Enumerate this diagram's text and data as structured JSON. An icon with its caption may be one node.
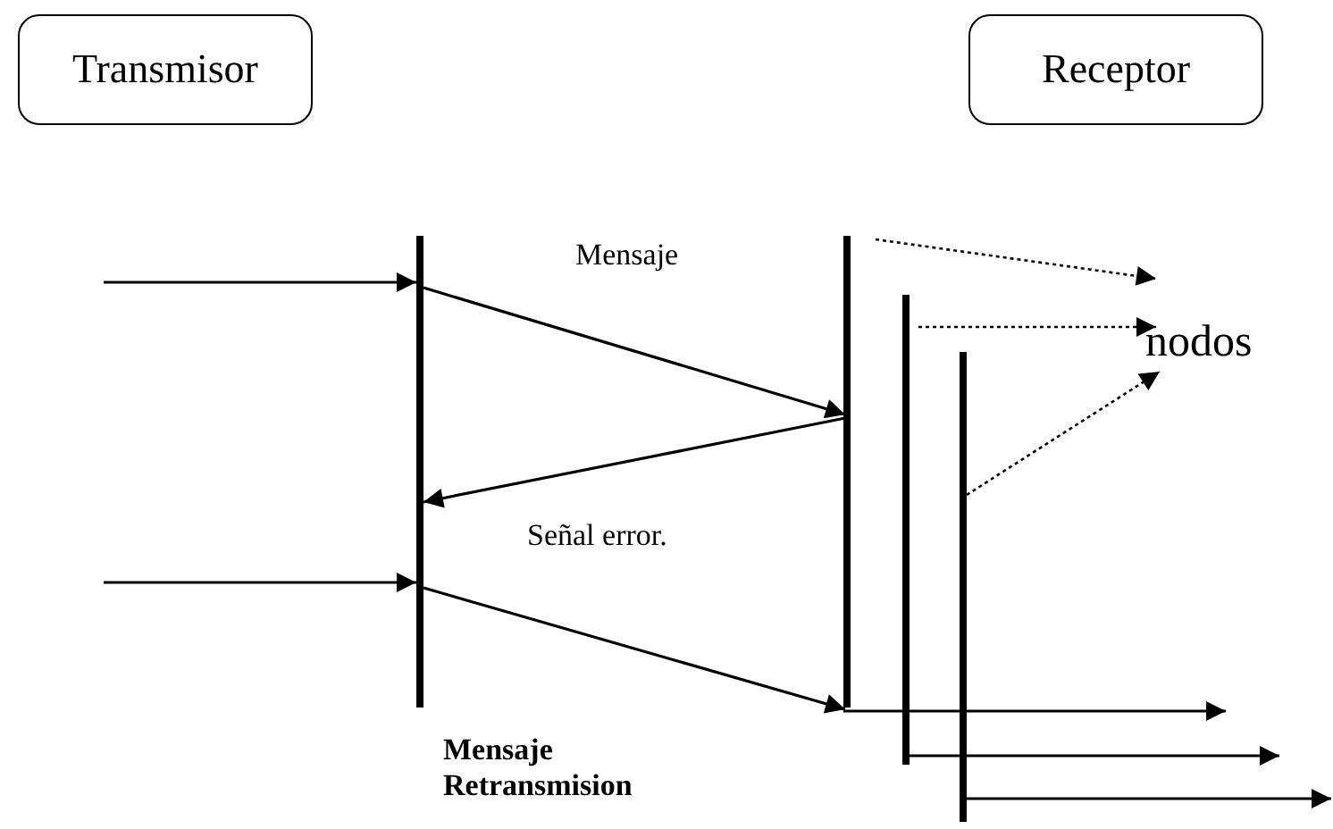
{
  "diagram": {
    "nodes": [
      {
        "text": [
          "Transmisor"
        ]
      },
      {
        "text": [
          "Receptor"
        ]
      },
      {
        "text": [],
        "shape": "bar"
      },
      {
        "text": [],
        "shape": "bar"
      },
      {
        "text": [],
        "shape": "bar"
      },
      {
        "text": [],
        "shape": "bar"
      },
      {
        "text": [
          "nodos"
        ]
      }
    ],
    "edges": [
      {
        "from": null,
        "to": 2,
        "arrow": "to"
      },
      {
        "from": 2,
        "to": 3,
        "arrow": "to",
        "label": "Mensaje"
      },
      {
        "from": 3,
        "to": 6,
        "arrow": "to",
        "style": "dashed"
      },
      {
        "from": 4,
        "to": 6,
        "arrow": "to",
        "style": "dashed"
      },
      {
        "from": 5,
        "to": 6,
        "arrow": "to",
        "style": "dashed"
      },
      {
        "from": 3,
        "to": 2,
        "arrow": "to",
        "label": "Señal error."
      },
      {
        "from": null,
        "to": 2,
        "arrow": "to"
      },
      {
        "from": 2,
        "to": 3,
        "arrow": "to",
        "label": "Mensaje Retransmision"
      },
      {
        "from": 3,
        "to": null,
        "arrow": "to"
      },
      {
        "from": 4,
        "to": null,
        "arrow": "to"
      },
      {
        "from": 5,
        "to": null,
        "arrow": "to"
      }
    ]
  }
}
